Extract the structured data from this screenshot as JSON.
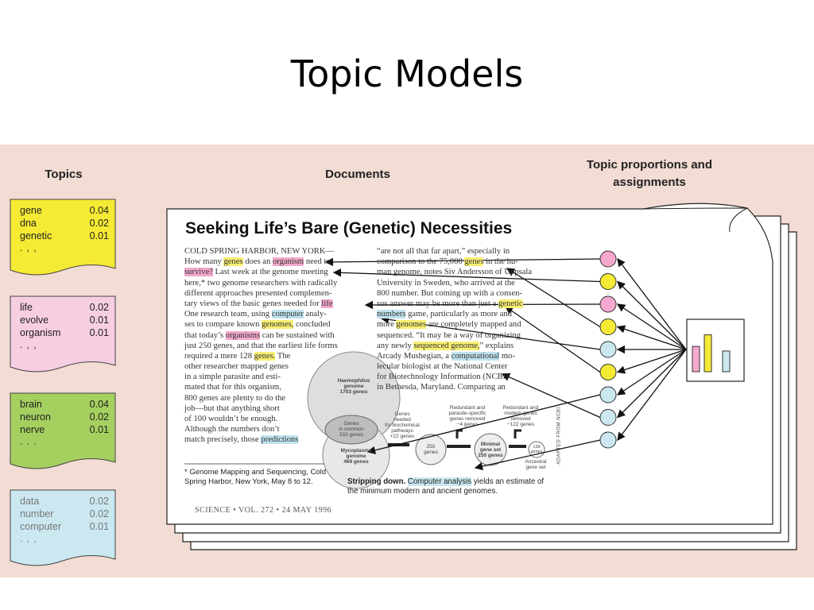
{
  "slide": {
    "title": "Topic Models"
  },
  "headers": {
    "topics": "Topics",
    "documents": "Documents",
    "proportions": "Topic proportions and assignments"
  },
  "colors": {
    "yellow": "#f5ea34",
    "pink": "#f7cde2",
    "green": "#a5cf5f",
    "blue": "#cbe8f1",
    "panel": "#f2dcd3"
  },
  "topics": [
    {
      "color": "#f5ea34",
      "text_color": "#222",
      "words": [
        {
          "word": "gene",
          "prob": "0.04"
        },
        {
          "word": "dna",
          "prob": "0.02"
        },
        {
          "word": "genetic",
          "prob": "0.01"
        }
      ],
      "more": ". , ,"
    },
    {
      "color": "#f7cde2",
      "text_color": "#222",
      "words": [
        {
          "word": "life",
          "prob": "0.02"
        },
        {
          "word": "evolve",
          "prob": "0.01"
        },
        {
          "word": "organism",
          "prob": "0.01"
        }
      ],
      "more": ". , ,"
    },
    {
      "color": "#a5cf5f",
      "text_color": "#222",
      "words": [
        {
          "word": "brain",
          "prob": "0.04"
        },
        {
          "word": "neuron",
          "prob": "0.02"
        },
        {
          "word": "nerve",
          "prob": "0.01"
        }
      ],
      "more": ". . ."
    },
    {
      "color": "#cbe8f1",
      "text_color": "#777",
      "words": [
        {
          "word": "data",
          "prob": "0.02"
        },
        {
          "word": "number",
          "prob": "0.02"
        },
        {
          "word": "computer",
          "prob": "0.01"
        }
      ],
      "more": ". , ,"
    }
  ],
  "document": {
    "title": "Seeking Life’s Bare (Genetic) Necessities",
    "col1": [
      [
        [
          "COLD SPRING HARBOR, NEW YORK—",
          ""
        ]
      ],
      [
        [
          "How many ",
          ""
        ],
        [
          "genes",
          "y"
        ],
        [
          " does an ",
          ""
        ],
        [
          "organism",
          "p"
        ],
        [
          " need to",
          ""
        ]
      ],
      [
        [
          "survive?",
          "p"
        ],
        [
          " Last week at the genome meeting",
          ""
        ]
      ],
      [
        [
          "here,* two genome researchers with radically",
          ""
        ]
      ],
      [
        [
          "different approaches presented complemen-",
          ""
        ]
      ],
      [
        [
          "tary views of the basic genes needed for ",
          ""
        ],
        [
          "life",
          "p"
        ]
      ],
      [
        [
          "One research team, using ",
          ""
        ],
        [
          "computer",
          "b"
        ],
        [
          " analy-",
          ""
        ]
      ],
      [
        [
          "ses to compare known ",
          ""
        ],
        [
          "genomes,",
          "y"
        ],
        [
          " concluded",
          ""
        ]
      ],
      [
        [
          "that today’s ",
          ""
        ],
        [
          "organisms",
          "p"
        ],
        [
          " can be sustained with",
          ""
        ]
      ],
      [
        [
          "just 250 genes, and that the earliest life forms",
          ""
        ]
      ],
      [
        [
          "required a mere 128 ",
          ""
        ],
        [
          "genes.",
          "y"
        ],
        [
          " The",
          ""
        ]
      ],
      [
        [
          "other researcher mapped genes",
          ""
        ]
      ],
      [
        [
          "in a simple parasite and esti-",
          ""
        ]
      ],
      [
        [
          "mated that for this organism,",
          ""
        ]
      ],
      [
        [
          "800 genes are plenty to do the",
          ""
        ]
      ],
      [
        [
          "job—but that anything short",
          ""
        ]
      ],
      [
        [
          "of 100 wouldn’t be enough.",
          ""
        ]
      ],
      [
        [
          "    Although the numbers don’t",
          ""
        ]
      ],
      [
        [
          "match precisely, those ",
          ""
        ],
        [
          "predictions",
          "b"
        ]
      ]
    ],
    "col2": [
      [
        [
          "“are not all that far apart,” especially in",
          ""
        ]
      ],
      [
        [
          "comparison to the 75,000 ",
          ""
        ],
        [
          "genes",
          "y"
        ],
        [
          " in the hu-",
          ""
        ]
      ],
      [
        [
          "man genome, notes Siv Andersson of Uppsala",
          ""
        ]
      ],
      [
        [
          "University in Sweden, who arrived at the",
          ""
        ]
      ],
      [
        [
          "800 number. But coming up with a consen-",
          ""
        ]
      ],
      [
        [
          "sus answer may be more than just a ",
          ""
        ],
        [
          "genetic",
          "y"
        ]
      ],
      [
        [
          "numbers",
          "b"
        ],
        [
          " game, particularly as more and",
          ""
        ]
      ],
      [
        [
          "more ",
          ""
        ],
        [
          "genomes",
          "y"
        ],
        [
          " are completely mapped and",
          ""
        ]
      ],
      [
        [
          "sequenced. “It may be a way of organizing",
          ""
        ]
      ],
      [
        [
          "any newly ",
          ""
        ],
        [
          "sequenced genome,",
          "y"
        ],
        [
          "” explains",
          ""
        ]
      ],
      [
        [
          "    Arcady Mushegian, a ",
          ""
        ],
        [
          "computational",
          "b"
        ],
        [
          " mo-",
          ""
        ]
      ],
      [
        [
          "lecular biologist at the National Center",
          ""
        ]
      ],
      [
        [
          "for Biotechnology Information (NCBI)",
          ""
        ]
      ],
      [
        [
          "in Bethesda, Maryland. Comparing an",
          ""
        ]
      ]
    ],
    "footnote": "* Genome Mapping and Sequencing, Cold Spring Harbor, New York, May 8 to 12.",
    "footer": "SCIENCE • VOL. 272 • 24 MAY 1996",
    "caption_bold": "Stripping down.",
    "caption_hl": "Computer analysis",
    "caption_rest": " yields an estimate of the minimum modern and ancient genomes.",
    "side_note": "ADAPTED FROM NCBI",
    "figure": {
      "haemophilus": "Haemophilus\ngenome\n1703 genes",
      "common": "Genes\nin common\n233 genes",
      "mycoplasma": "Mycoplasma\ngenome\n469 genes",
      "needed": "Genes\nneeded\nfor biochemical\npathways\n+22 genes",
      "redundant1": "Redundant and\nparasite-specific\ngenes removed\n−4 genes",
      "redundant2": "Redundant and\nmodern genes\nremoved\n−122 genes",
      "g250": "250\ngenes",
      "minimal": "Minimal\ngene set\n250 genes",
      "g128": "128\ngenes",
      "ancestral": "Ancestral\ngene set"
    }
  },
  "assignments": [
    "pink",
    "yellow",
    "pink",
    "yellow",
    "blue",
    "yellow",
    "blue",
    "blue",
    "blue"
  ],
  "proportions": [
    {
      "topic": "pink",
      "value": 0.55
    },
    {
      "topic": "yellow",
      "value": 0.8
    },
    {
      "topic": "blue",
      "value": 0.45
    }
  ]
}
